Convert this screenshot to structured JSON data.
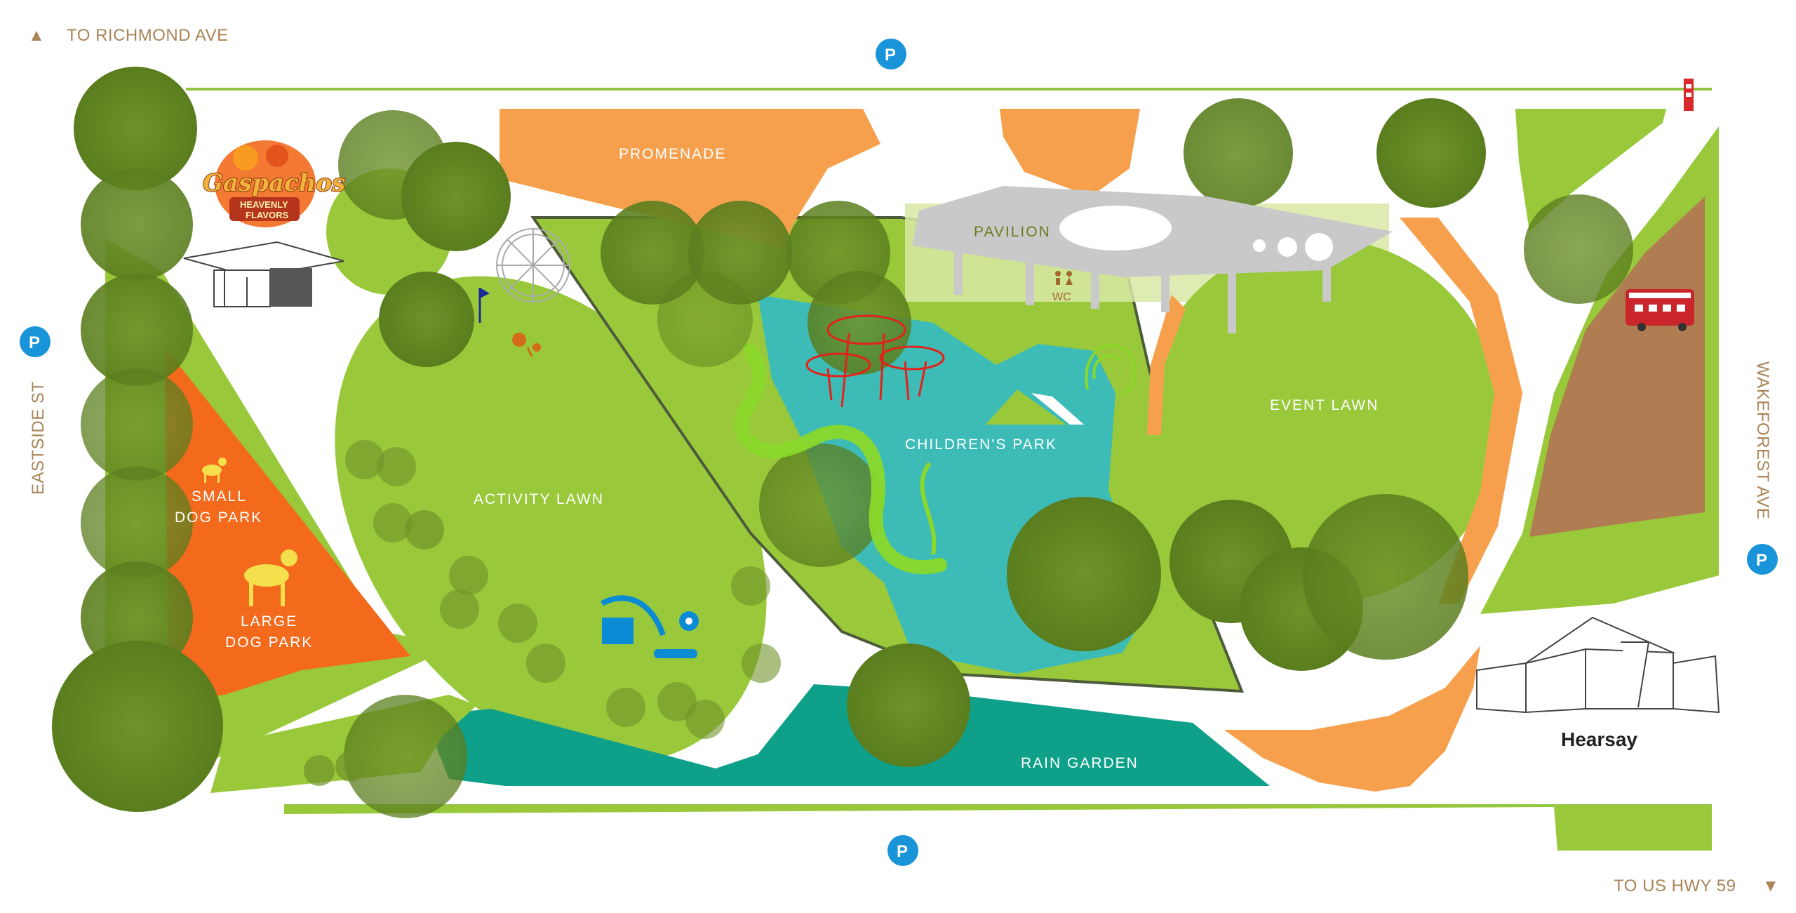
{
  "streets": {
    "north_arrow": "▲",
    "north": "TO RICHMOND AVE",
    "west": "EASTSIDE ST",
    "east": "WAKEFOREST AVE",
    "south": "TO US HWY 59",
    "south_arrow": "▼"
  },
  "parking": {
    "label": "P",
    "color": "#1a94d8"
  },
  "areas": {
    "promenade": "PROMENADE",
    "pavilion": "PAVILION",
    "wc": "WC",
    "activity_lawn": "ACTIVITY LAWN",
    "childrens_park": "CHILDREN'S PARK",
    "event_lawn": "EVENT LAWN",
    "small_dog_park": [
      "SMALL",
      "DOG PARK"
    ],
    "large_dog_park": [
      "LARGE",
      "DOG PARK"
    ],
    "rain_garden": "RAIN GARDEN"
  },
  "venues": {
    "gaspachos_line1": "Gaspachos",
    "gaspachos_line2": "HEAVENLY",
    "gaspachos_line3": "FLAVORS",
    "hearsay": "Hearsay"
  },
  "colors": {
    "lawn": "#99c93a",
    "lawn_light": "#b4d75a",
    "promenade": "#f6a04d",
    "dog_park": "#f36a1c",
    "water": "#3dbcb7",
    "rain_garden": "#0fa08a",
    "tree": "#5f8220",
    "dirt": "#b07c52",
    "path_border": "#8ec63f"
  },
  "icons": [
    "dog-icon",
    "ferris-wheel-icon",
    "golf-flag-icon",
    "slide-icon",
    "phone-booth-icon",
    "double-decker-bus-icon",
    "restroom-icon",
    "play-structure-icon"
  ]
}
